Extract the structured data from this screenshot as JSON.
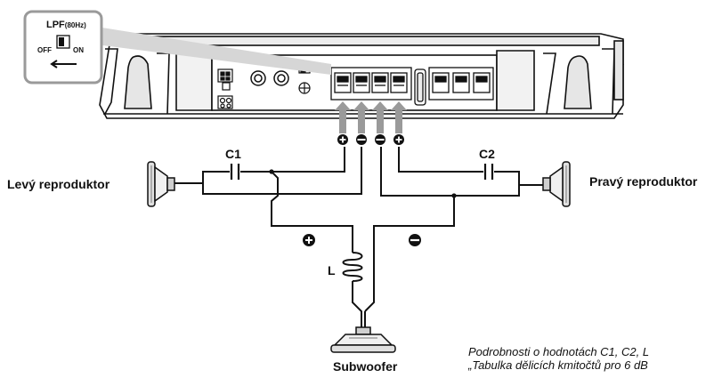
{
  "switch_callout": {
    "title": "LPF",
    "title_sub": "(80Hz)",
    "off_label": "OFF",
    "on_label": "ON"
  },
  "terminal_signs": [
    "+",
    "−",
    "−",
    "+"
  ],
  "capacitors": {
    "left": "C1",
    "right": "C2"
  },
  "inductor_label": "L",
  "wire_signs": {
    "left": "+",
    "right": "−"
  },
  "speakers": {
    "left": "Levý reproduktor",
    "right": "Pravý reproduktor",
    "bottom": "Subwoofer"
  },
  "note_lines": [
    "Podrobnosti o hodnotách C1, C2, L",
    "„Tabulka dělicích kmitočtů pro 6 dB"
  ],
  "colors": {
    "line": "#111111",
    "amp_body": "#ffffff",
    "amp_shade": "#d9d9d9",
    "arrow": "#9a9a9a",
    "callout_border": "#9a9a9a"
  }
}
